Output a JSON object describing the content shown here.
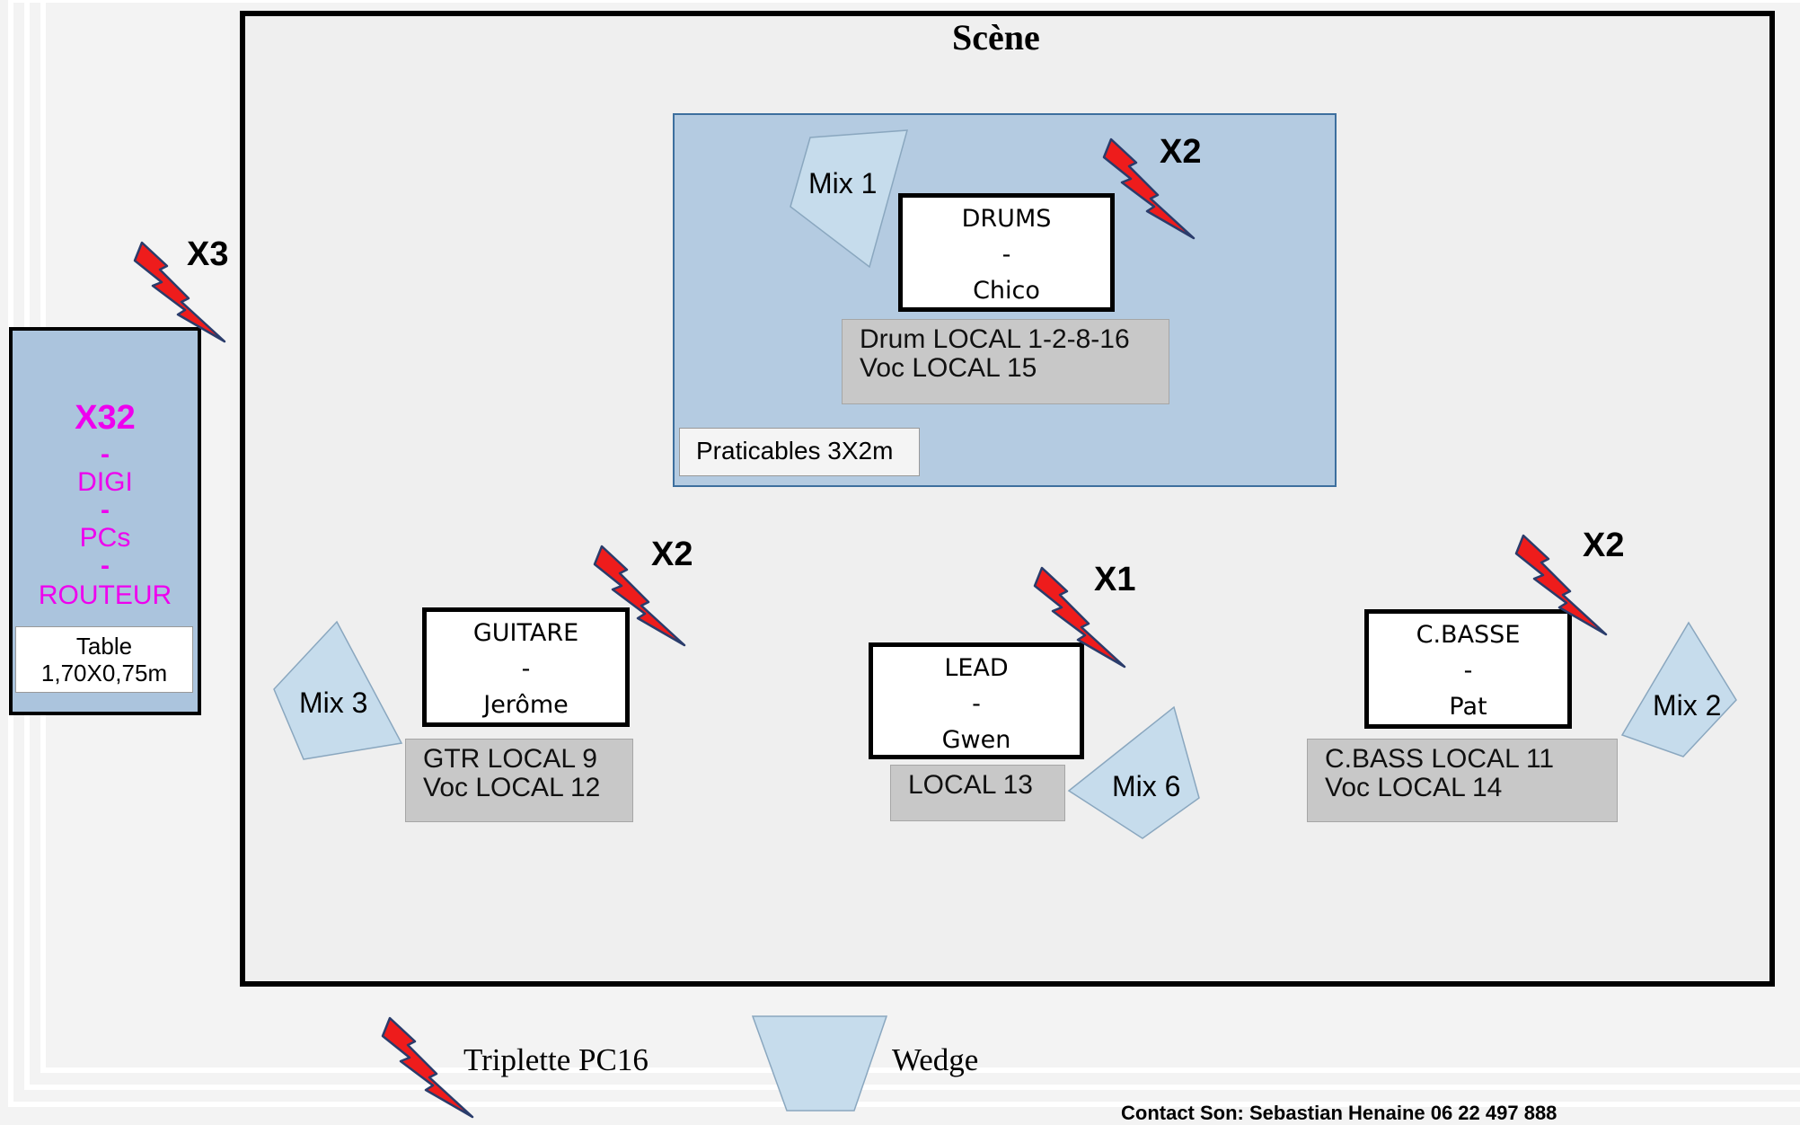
{
  "stage": {
    "title": "Scène"
  },
  "riser": {
    "label": "Praticables 3X2m"
  },
  "musicians": [
    {
      "role": "DRUMS",
      "sep": "-",
      "name": "Chico",
      "inputs": "Drum LOCAL 1-2-8-16\nVoc LOCAL 15",
      "power": "X2",
      "wedge": "Mix 1"
    },
    {
      "role": "GUITARE",
      "sep": "-",
      "name": "Jerôme",
      "inputs": "GTR LOCAL 9\nVoc LOCAL 12",
      "power": "X2",
      "wedge": "Mix 3"
    },
    {
      "role": "LEAD",
      "sep": "-",
      "name": "Gwen",
      "inputs": "LOCAL 13",
      "power": "X1",
      "wedge": "Mix 6"
    },
    {
      "role": "C.BASSE",
      "sep": "-",
      "name": "Pat",
      "inputs": "C.BASS LOCAL 11\nVoc LOCAL 14",
      "power": "X2",
      "wedge": "Mix 2"
    }
  ],
  "foh": {
    "lines": [
      "X32",
      "-",
      "DIGI",
      "-",
      "PCs",
      "-",
      "ROUTEUR"
    ],
    "table": "Table\n1,70X0,75m",
    "power": "X3",
    "text_color": "#ee00ee"
  },
  "legend": {
    "power_label": "Triplette PC16",
    "wedge_label": "Wedge"
  },
  "footer": {
    "text": "Contact Son: Sebastian Henaine     06 22 497 888"
  },
  "colors": {
    "power_icon": "#ee1c1c",
    "wedge_fill": "#c6dcec",
    "riser_fill": "#a9c3dd"
  }
}
